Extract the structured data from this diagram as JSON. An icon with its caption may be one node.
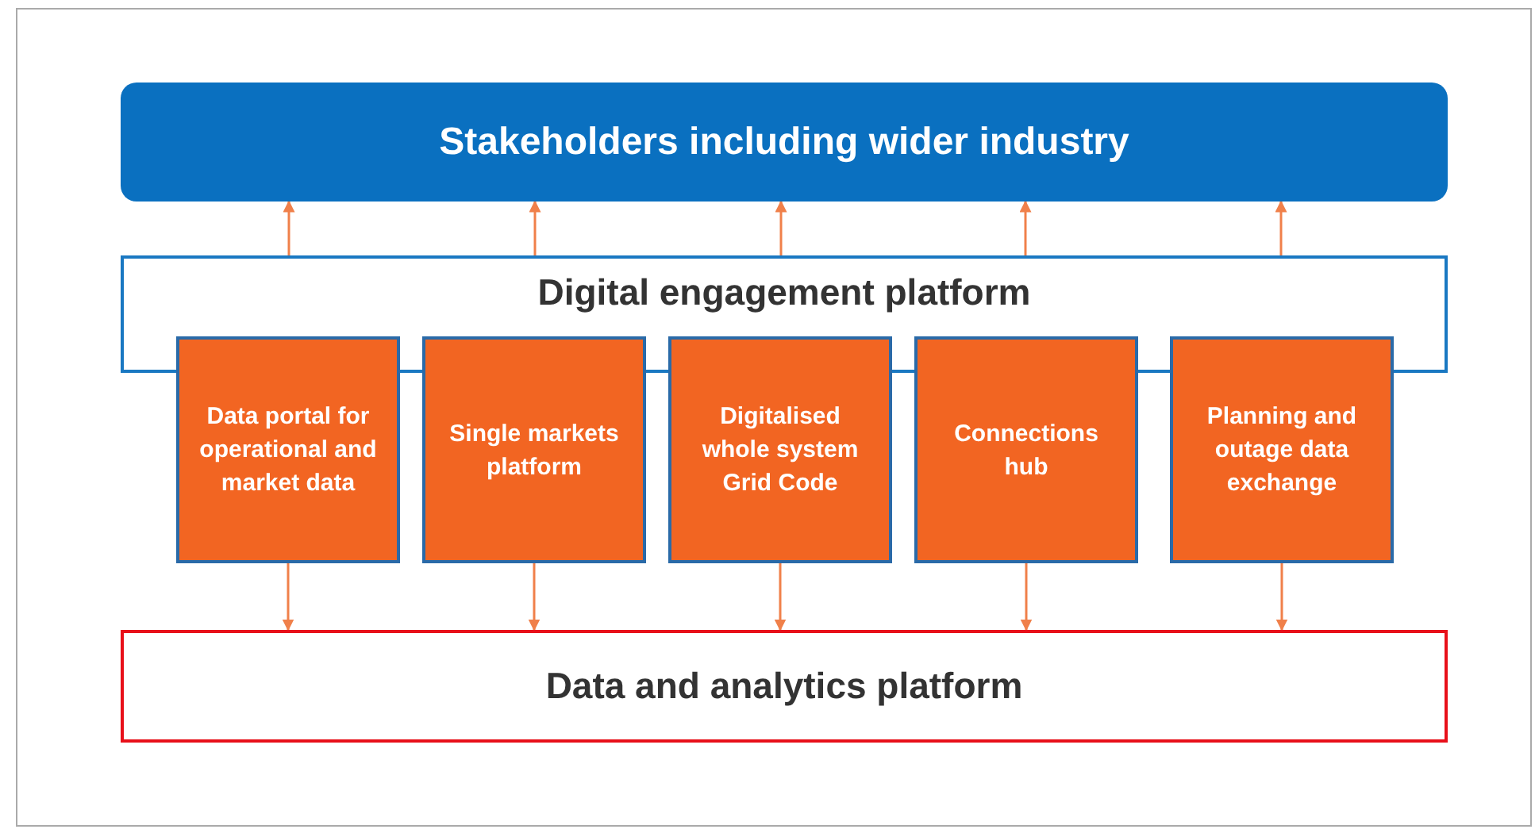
{
  "diagram": {
    "nodes": [
      {
        "text": [
          "Stakeholders including wider industry"
        ]
      },
      {
        "text": [
          "Digital engagement platform"
        ]
      },
      {
        "text": [
          "Data portal for operational and market data"
        ]
      },
      {
        "text": [
          "Single markets platform"
        ]
      },
      {
        "text": [
          "Digitalised whole system Grid Code"
        ]
      },
      {
        "text": [
          "Connections hub"
        ]
      },
      {
        "text": [
          "Planning and outage data exchange"
        ]
      },
      {
        "text": [
          "Data and analytics platform"
        ]
      }
    ],
    "edges": [
      {
        "from": 1,
        "to": 0,
        "arrow": "to"
      },
      {
        "from": 1,
        "to": 0,
        "arrow": "to"
      },
      {
        "from": 1,
        "to": 0,
        "arrow": "to"
      },
      {
        "from": 1,
        "to": 0,
        "arrow": "to"
      },
      {
        "from": 1,
        "to": 0,
        "arrow": "to"
      },
      {
        "from": 2,
        "to": 7,
        "arrow": "to"
      },
      {
        "from": 3,
        "to": 7,
        "arrow": "to"
      },
      {
        "from": 4,
        "to": 7,
        "arrow": "to"
      },
      {
        "from": 5,
        "to": 7,
        "arrow": "to"
      },
      {
        "from": 6,
        "to": 7,
        "arrow": "to"
      }
    ]
  }
}
